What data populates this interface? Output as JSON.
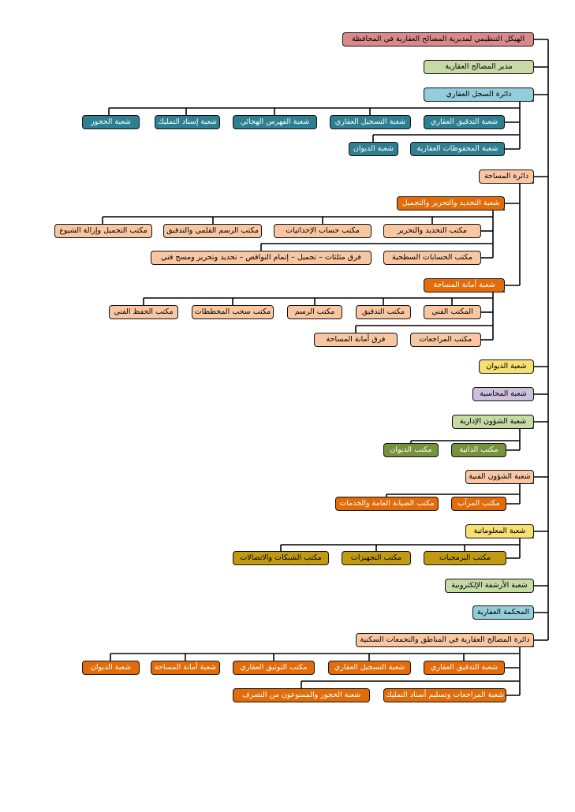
{
  "colors": {
    "line": "#000000",
    "rose": "#d9898a",
    "sage": "#c7d9a5",
    "sky": "#93cddc",
    "teal": "#2f7f93",
    "peach": "#f8c7a2",
    "orange": "#e36c0a",
    "yellow": "#f7df71",
    "lilac": "#ccc0da",
    "olive": "#76923c",
    "gold": "#c19a11"
  },
  "nodes": {
    "root": "الهيكل التنظيمي لمديرية المصالح العقارية في المحافظة",
    "director": "مدير المصالح العقارية",
    "registry_dept": "دائرة السجل العقاري",
    "reg_audit": "شعبة التدقيق العقاري",
    "reg_recording": "شعبة التسجيل العقاري",
    "reg_index": "شعبة الفهرس الهجائي",
    "reg_deeds": "شعبة إسناد التمليك",
    "reg_seizures": "شعبة الحجوز",
    "reg_archives": "شعبة المحفوظات العقارية",
    "reg_diwan": "شعبة الديوان",
    "survey_dept": "دائرة المساحة",
    "demarc_section": "شعبة التحديد والتحرير والتجميل",
    "off_demarc": "مكتب التحديد والتحرير",
    "off_triang": "مكتب حساب الإحداثيات",
    "off_draw_audit": "مكتب الرسم القلمي والتدقيق",
    "off_consol": "مكتب التجميل وإزالة الشيوع",
    "off_areas": "مكتب الحسابات السطحية",
    "survey_teams": "فرق مثلثات – تجميل – إتمام النواقص – تحديد وتحرير ومسح فني",
    "secretariat_section": "شعبة أمانة المساحة",
    "off_tech": "المكتب الفني",
    "off_check": "مكتب التدقيق",
    "off_drawing": "مكتب الرسم",
    "off_plans": "مكتب سحب المخططات",
    "off_keep": "مكتب الحفظ الفني",
    "off_review": "مكتب المراجعات",
    "secretariat_teams": "فرق أمانة المساحة",
    "diwan_section": "شعبة الديوان",
    "accounting": "شعبة المحاسبة",
    "admin": "شعبة الشؤون الإدارية",
    "off_personnel": "مكتب الذاتية",
    "off_diwan": "مكتب الديوان",
    "technical": "شعبة الشؤون الفنية",
    "off_garage": "مكتب المرآب",
    "off_maint": "مكتب الصيانة العامة والخدمات",
    "informatics": "شعبة المعلوماتية",
    "off_software": "مكتب البرمجيات",
    "off_hardware": "مكتب التجهيزات",
    "off_network": "مكتب الشبكات والاتصالات",
    "e_archive": "شعبة الأرشفة الإلكترونية",
    "court": "المحكمة العقارية",
    "regional_dept": "دائرة المصالح العقارية في المناطق والتجمعات السكنية",
    "rg_audit": "شعبة التدقيق العقاري",
    "rg_recording": "شعبة التسجيل العقاري",
    "rg_doc": "مكتب التوثيق العقاري",
    "rg_survey": "شعبة أمانة المساحة",
    "rg_diwan": "شعبة الديوان",
    "rg_review": "شعبة المراجعات وتسليم أسناد التمليك",
    "rg_seize": "شعبة الحجوز والممنوعون من التصرف"
  }
}
